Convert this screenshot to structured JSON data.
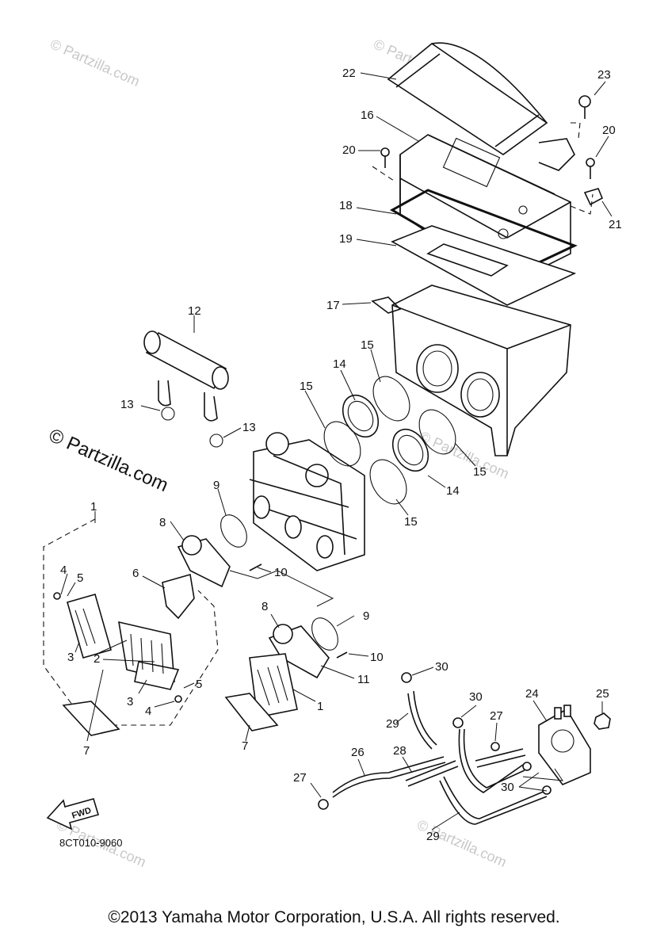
{
  "watermarks": {
    "main": "© Partzilla.com",
    "small": "© Partzilla.com"
  },
  "diagram_code": "8CT010-9060",
  "fwd_label": "FWD",
  "callouts": [
    "1",
    "2",
    "3",
    "4",
    "5",
    "6",
    "7",
    "8",
    "9",
    "10",
    "11",
    "12",
    "13",
    "14",
    "15",
    "16",
    "17",
    "18",
    "19",
    "20",
    "21",
    "22",
    "23",
    "24",
    "25",
    "26",
    "27",
    "28",
    "29",
    "30"
  ],
  "copyright": "©2013 Yamaha Motor Corporation, U.S.A. All rights reserved."
}
